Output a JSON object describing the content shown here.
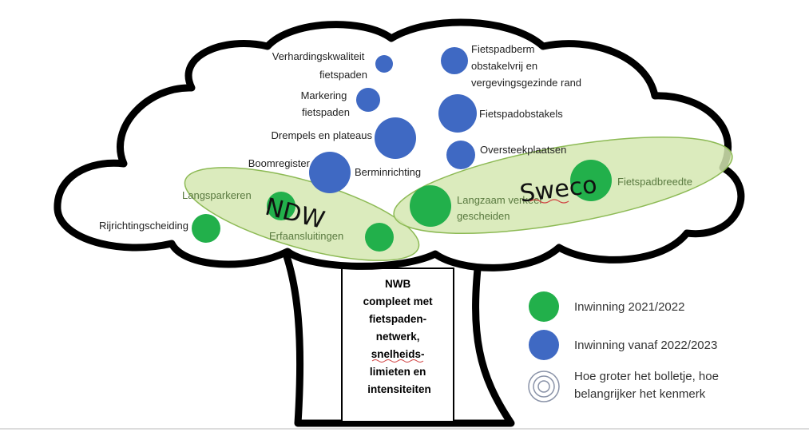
{
  "colors": {
    "green": "#22b04b",
    "blue": "#3f69c3",
    "zone_fill": "#d5e8b1",
    "zone_stroke": "#8dba55",
    "outline": "#000000"
  },
  "items": {
    "verharding": [
      "Verhardingskwaliteit",
      "fietspaden"
    ],
    "markering": [
      "Markering",
      "fietspaden"
    ],
    "drempels": "Drempels en plateaus",
    "boomregister": "Boomregister",
    "berminrichting": "Berminrichting",
    "fietspadberm": [
      "Fietspadberm",
      "obstakelvrij en",
      "vergevingsgezinde rand"
    ],
    "fietspadobstakels": "Fietspadobstakels",
    "oversteek": "Oversteekplaatsen",
    "langsparkeren": "Langsparkeren",
    "rijrichting": "Rijrichtingscheiding",
    "erfaansluitingen": "Erfaansluitingen",
    "langzaam": [
      "Langzaam verkeer",
      "gescheiden"
    ],
    "fietspadbreedte": "Fietspadbreedte"
  },
  "zones": {
    "ndw": "NDW",
    "sweco": "Sweco"
  },
  "trunk_lines": [
    "NWB",
    "compleet met",
    "fietspaden-",
    "netwerk,",
    "snelheids-",
    "limieten en",
    "intensiteiten"
  ],
  "legend": {
    "green": "Inwinning 2021/2022",
    "blue": "Inwinning vanaf 2022/2023",
    "size": [
      "Hoe groter het bolletje, hoe",
      "belangrijker het kenmerk"
    ]
  }
}
